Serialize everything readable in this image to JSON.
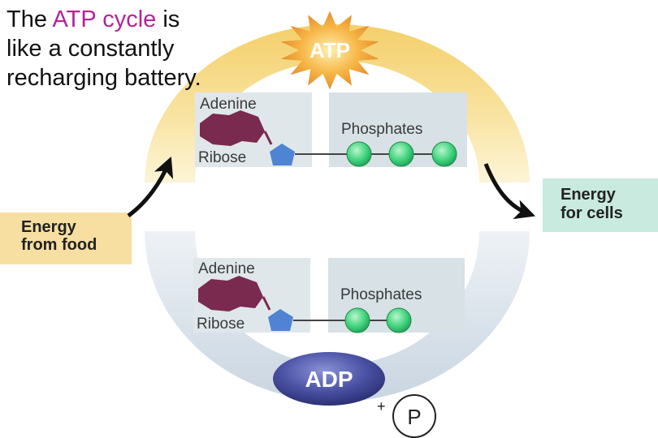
{
  "title": {
    "before": "The ",
    "highlight": "ATP cycle",
    "after_1": " is",
    "line2": "like a constantly",
    "line3": "recharging battery."
  },
  "atp_badge": "ATP",
  "adp_badge": "ADP",
  "atp_molecule": {
    "adenine": "Adenine",
    "ribose": "Ribose",
    "phosphates": "Phosphates",
    "phosphate_count": 3
  },
  "adp_molecule": {
    "adenine": "Adenine",
    "ribose": "Ribose",
    "phosphates": "Phosphates",
    "phosphate_count": 2
  },
  "energy_in": {
    "line1": "Energy",
    "line2": "from food"
  },
  "energy_out": {
    "line1": "Energy",
    "line2": "for cells"
  },
  "phosphate_release": {
    "plus": "+",
    "symbol": "P"
  },
  "colors": {
    "highlight": "#b5229a",
    "ring_top": "#f8df96",
    "ring_bottom": "#d6dfe8",
    "adenine": "#7a2a4e",
    "ribose": "#4f84d4",
    "phosphate": "#2fcf6f",
    "box": "#d7e1e6",
    "energy_in_box": "#f7dfa2",
    "energy_out_box": "#c9eadf",
    "adp_badge": "#3d4490",
    "atp_star": "#e08a2a"
  }
}
